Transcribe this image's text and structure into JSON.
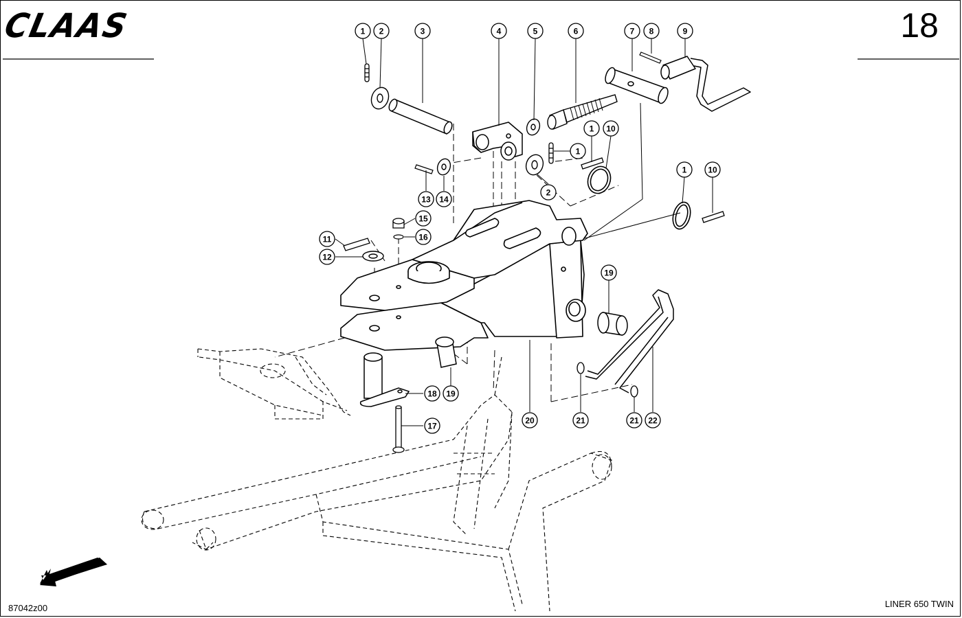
{
  "header": {
    "logo_text": "CLAAS",
    "page_number": "18"
  },
  "footer": {
    "drawing_code": "87042z00",
    "model": "LINER 650 TWIN"
  },
  "callouts": [
    "1",
    "2",
    "3",
    "4",
    "5",
    "6",
    "7",
    "8",
    "9",
    "1",
    "10",
    "1",
    "2",
    "1",
    "10",
    "13",
    "14",
    "15",
    "16",
    "11",
    "12",
    "19",
    "18",
    "19",
    "20",
    "21",
    "21",
    "22",
    "17"
  ]
}
